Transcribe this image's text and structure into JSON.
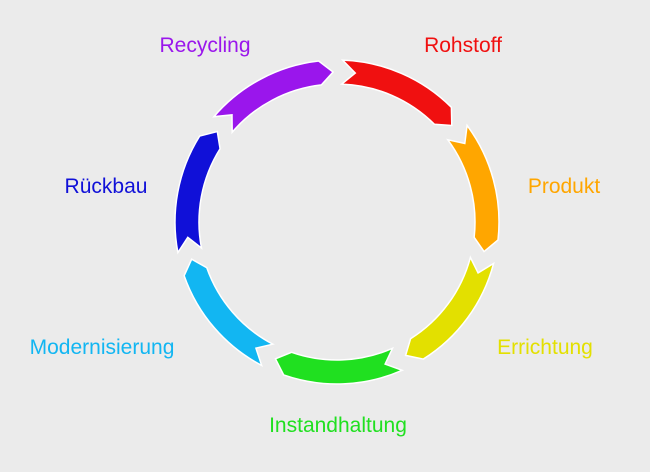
{
  "stages": [
    {
      "label": "Rohstoff",
      "color": "#f01010"
    },
    {
      "label": "Produkt",
      "color": "#ffa600"
    },
    {
      "label": "Errichtung",
      "color": "#e3e000"
    },
    {
      "label": "Instandhaltung",
      "color": "#20e020"
    },
    {
      "label": "Modernisierung",
      "color": "#12b6f2"
    },
    {
      "label": "Rückbau",
      "color": "#1010d8"
    },
    {
      "label": "Recycling",
      "color": "#9a16ec"
    }
  ]
}
